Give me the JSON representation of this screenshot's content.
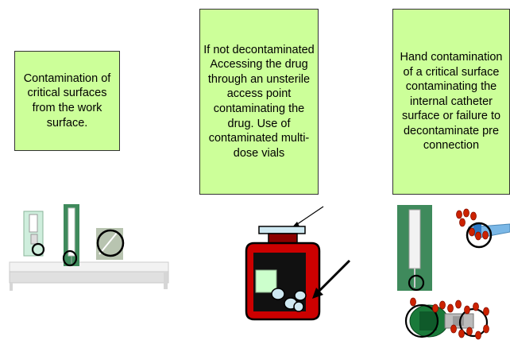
{
  "boxes": {
    "left": "Contamination of critical surfaces from the work surface.",
    "middle": "If not decontaminated Accessing the drug through an unsterile access point contaminating the drug. Use of contaminated multi-dose vials",
    "right": "Hand contamination of a critical surface contaminating the internal catheter surface or failure to decontaminate pre connection"
  },
  "colors": {
    "box_fill": "#ccff99",
    "vial_body": "#cc0000",
    "vial_panel": "#ccffcc",
    "bacteria": "#cc2200",
    "outline": "#000000"
  }
}
